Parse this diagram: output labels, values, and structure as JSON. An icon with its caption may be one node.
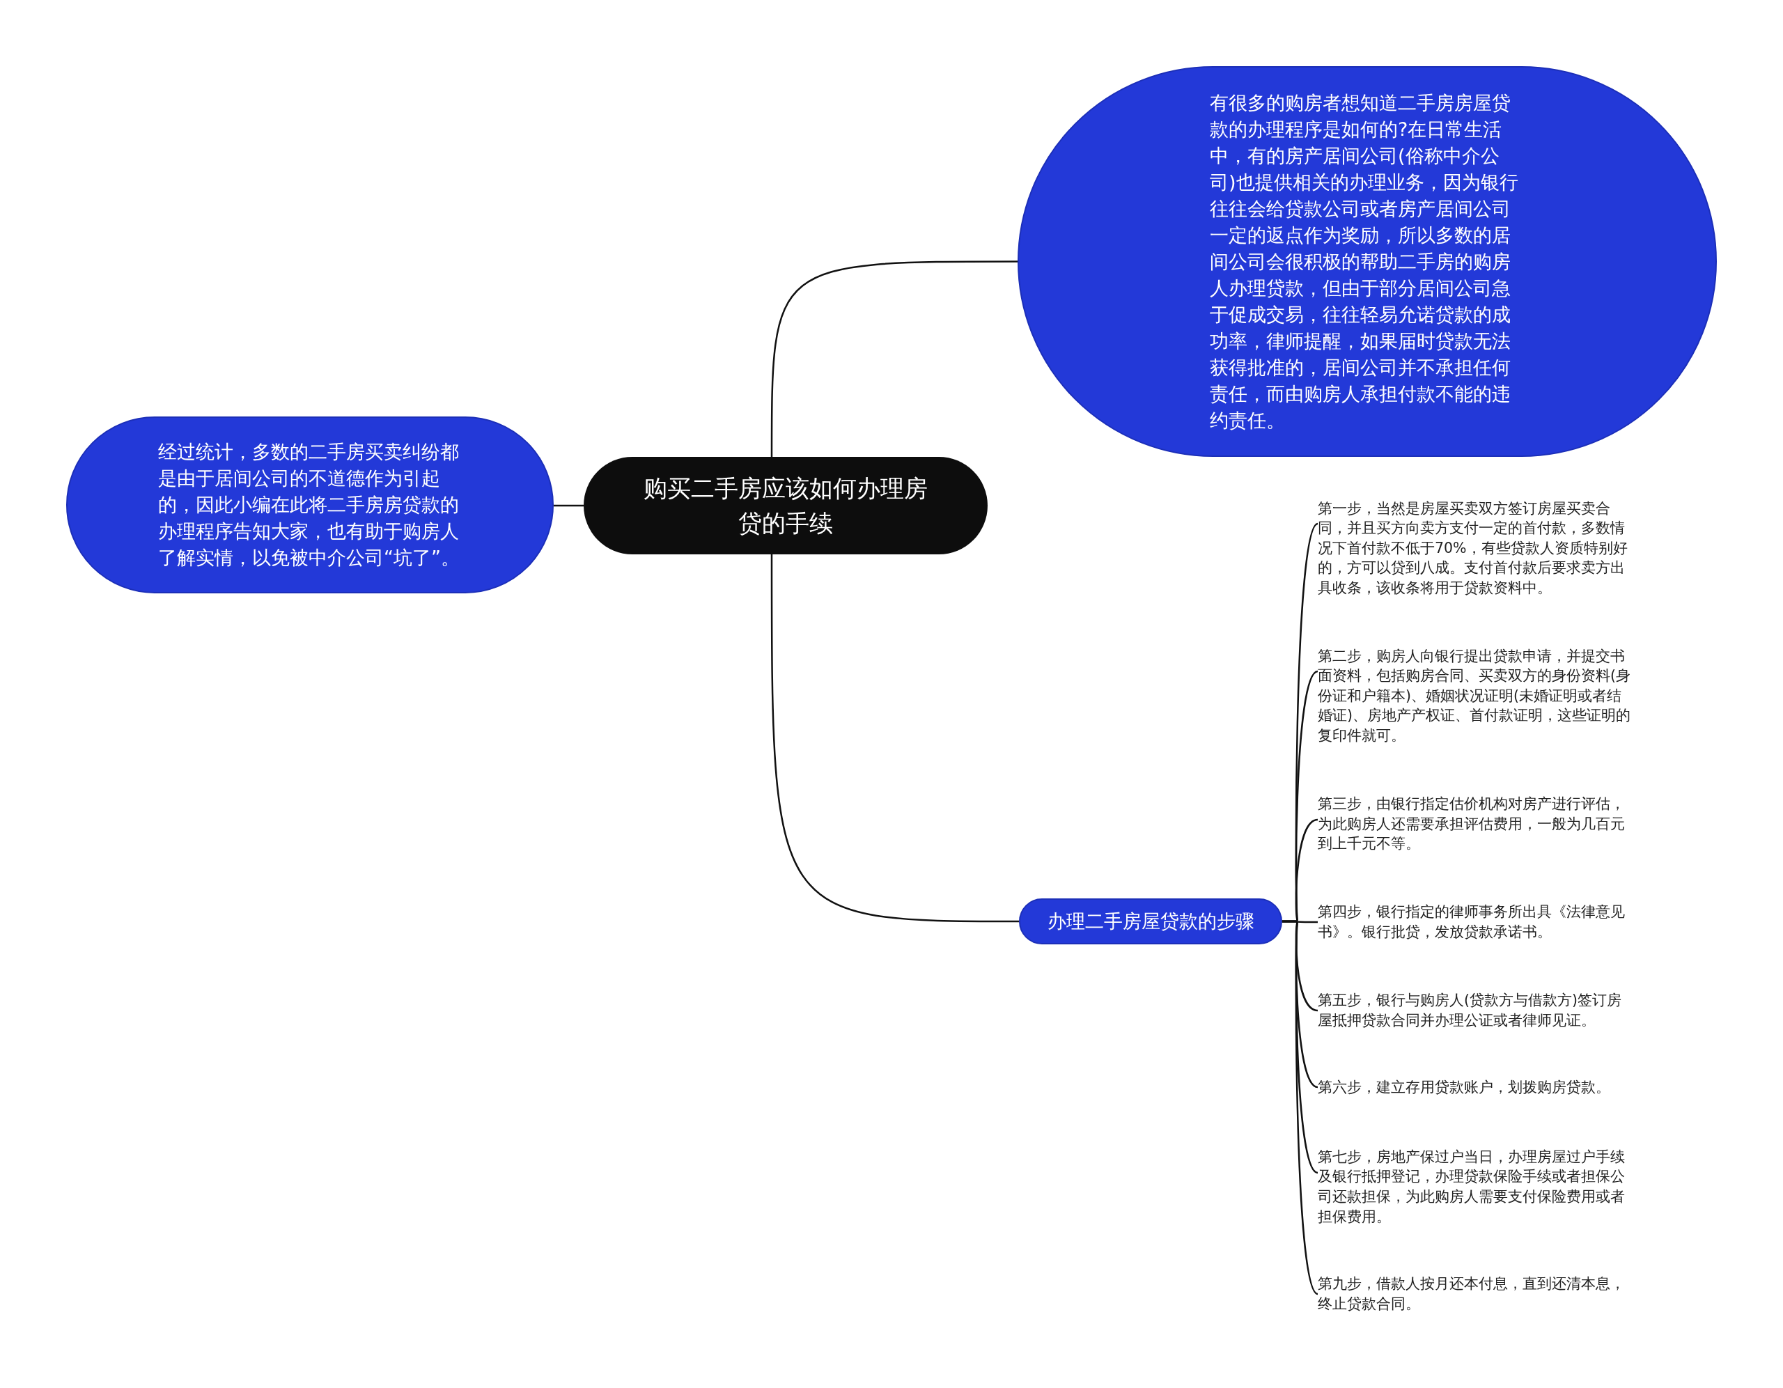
{
  "diagram": {
    "nodes": [
      {
        "text": [
          "购买二手房应该如何办理房贷的手续"
        ]
      },
      {
        "text": [
          "经过统计，多数的二手房买卖纠纷都是由于居间公司的不道德作为引起的，因此小编在此将二手房房贷款的办理程序告知大家，也有助于购房人了解实情，以免被中介公司“坑了”。"
        ]
      },
      {
        "text": [
          "有很多的购房者想知道二手房房屋贷款的办理程序是如何的?在日常生活中，有的房产居间公司(俗称中介公司)也提供相关的办理业务，因为银行往往会给贷款公司或者房产居间公司一定的返点作为奖励，所以多数的居间公司会很积极的帮助二手房的购房人办理贷款，但由于部分居间公司急于促成交易，往往轻易允诺贷款的成功率，律师提醒，如果届时贷款无法获得批准的，居间公司并不承担任何责任，而由购房人承担付款不能的违约责任。"
        ]
      },
      {
        "text": [
          "办理二手房屋贷款的步骤"
        ]
      },
      {
        "text": [
          "第一步，当然是房屋买卖双方签订房屋买卖合同，并且买方向卖方支付一定的首付款，多数情况下首付款不低于70%，有些贷款人资质特别好的，方可以贷到八成。支付首付款后要求卖方出具收条，该收条将用于贷款资料中。"
        ]
      },
      {
        "text": [
          "第二步，购房人向银行提出贷款申请，并提交书面资料，包括购房合同、买卖双方的身份资料(身份证和户籍本)、婚姻状况证明(未婚证明或者结婚证)、房地产产权证、首付款证明，这些证明的复印件就可。"
        ]
      },
      {
        "text": [
          "第三步，由银行指定估价机构对房产进行评估，为此购房人还需要承担评估费用，一般为几百元到上千元不等。"
        ]
      },
      {
        "text": [
          "第四步，银行指定的律师事务所出具《法律意见书》。银行批贷，发放贷款承诺书。"
        ]
      },
      {
        "text": [
          "第五步，银行与购房人(贷款方与借款方)签订房屋抵押贷款合同并办理公证或者律师见证。"
        ]
      },
      {
        "text": [
          "第六步，建立存用贷款账户，划拨购房贷款。"
        ]
      },
      {
        "text": [
          "第七步，房地产保过户当日，办理房屋过户手续及银行抵押登记，办理贷款保险手续或者担保公司还款担保，为此购房人需要支付保险费用或者担保费用。"
        ]
      },
      {
        "text": [
          "第九步，借款人按月还本付息，直到还清本息，终止贷款合同。"
        ]
      }
    ],
    "edges": [
      {
        "from": 0,
        "to": 1,
        "arrow": "none"
      },
      {
        "from": 0,
        "to": 2,
        "arrow": "none"
      },
      {
        "from": 0,
        "to": 3,
        "arrow": "none"
      },
      {
        "from": 3,
        "to": 4,
        "arrow": "none"
      },
      {
        "from": 3,
        "to": 5,
        "arrow": "none"
      },
      {
        "from": 3,
        "to": 6,
        "arrow": "none"
      },
      {
        "from": 3,
        "to": 7,
        "arrow": "none"
      },
      {
        "from": 3,
        "to": 8,
        "arrow": "none"
      },
      {
        "from": 3,
        "to": 9,
        "arrow": "none"
      },
      {
        "from": 3,
        "to": 10,
        "arrow": "none"
      },
      {
        "from": 3,
        "to": 11,
        "arrow": "none"
      }
    ]
  }
}
